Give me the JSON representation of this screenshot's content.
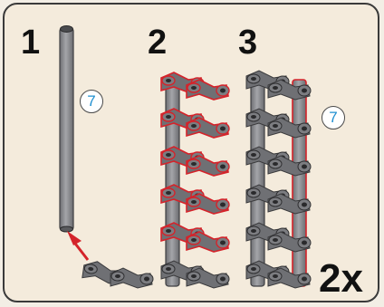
{
  "steps": [
    {
      "number": "1",
      "part_quantity": "7"
    },
    {
      "number": "2"
    },
    {
      "number": "3",
      "part_quantity": "7"
    }
  ],
  "multiplier": "2x",
  "colors": {
    "panel_bg": "#f4ebdc",
    "border": "#3a3a3a",
    "part_gray": "#8d8e92",
    "part_dark": "#5f6064",
    "highlight_red": "#d4232a",
    "quantity_blue": "#1f8fd0"
  },
  "icons": [
    "axle-part-icon",
    "connector-part-icon",
    "arrow-icon"
  ]
}
